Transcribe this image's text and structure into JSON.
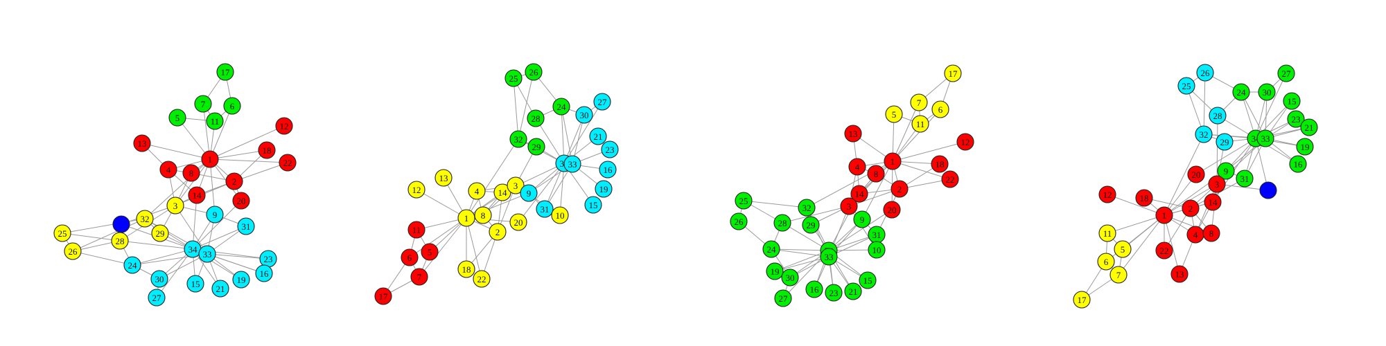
{
  "colors": {
    "red": "#ff0000",
    "green": "#00ee00",
    "yellow": "#ffff00",
    "cyan": "#00eeff",
    "blue": "#0000ff",
    "edge": "#9a9a9a",
    "outline": "#222222"
  },
  "panels": [
    {
      "nodes": [
        {
          "id": "17",
          "label": "17",
          "color": "green"
        },
        {
          "id": "7",
          "label": "7",
          "color": "green"
        },
        {
          "id": "6",
          "label": "6",
          "color": "green"
        },
        {
          "id": "5",
          "label": "5",
          "color": "green"
        },
        {
          "id": "11",
          "label": "11",
          "color": "green"
        },
        {
          "id": "12",
          "label": "12",
          "color": "red"
        },
        {
          "id": "13",
          "label": "13",
          "color": "red"
        },
        {
          "id": "1",
          "label": "1",
          "color": "red"
        },
        {
          "id": "18",
          "label": "18",
          "color": "red"
        },
        {
          "id": "22",
          "label": "22",
          "color": "red"
        },
        {
          "id": "4",
          "label": "4",
          "color": "red"
        },
        {
          "id": "8",
          "label": "8",
          "color": "red"
        },
        {
          "id": "2",
          "label": "2",
          "color": "red"
        },
        {
          "id": "14",
          "label": "14",
          "color": "red"
        },
        {
          "id": "20",
          "label": "20",
          "color": "red"
        },
        {
          "id": "3",
          "label": "3",
          "color": "yellow"
        },
        {
          "id": "9",
          "label": "9",
          "color": "cyan"
        },
        {
          "id": "10",
          "label": "",
          "color": "blue"
        },
        {
          "id": "32",
          "label": "32",
          "color": "yellow"
        },
        {
          "id": "31",
          "label": "31",
          "color": "cyan"
        },
        {
          "id": "29",
          "label": "29",
          "color": "yellow"
        },
        {
          "id": "28",
          "label": "28",
          "color": "yellow"
        },
        {
          "id": "25",
          "label": "25",
          "color": "yellow"
        },
        {
          "id": "26",
          "label": "26",
          "color": "yellow"
        },
        {
          "id": "34",
          "label": "34",
          "color": "cyan"
        },
        {
          "id": "33",
          "label": "33",
          "color": "cyan"
        },
        {
          "id": "24",
          "label": "24",
          "color": "cyan"
        },
        {
          "id": "23",
          "label": "23",
          "color": "cyan"
        },
        {
          "id": "16",
          "label": "16",
          "color": "cyan"
        },
        {
          "id": "30",
          "label": "30",
          "color": "cyan"
        },
        {
          "id": "15",
          "label": "15",
          "color": "cyan"
        },
        {
          "id": "21",
          "label": "21",
          "color": "cyan"
        },
        {
          "id": "19",
          "label": "19",
          "color": "cyan"
        },
        {
          "id": "27",
          "label": "27",
          "color": "cyan"
        }
      ]
    },
    {
      "nodes": [
        {
          "id": "26",
          "label": "26",
          "color": "green"
        },
        {
          "id": "25",
          "label": "25",
          "color": "green"
        },
        {
          "id": "27",
          "label": "27",
          "color": "cyan"
        },
        {
          "id": "24",
          "label": "24",
          "color": "green"
        },
        {
          "id": "28",
          "label": "28",
          "color": "green"
        },
        {
          "id": "30",
          "label": "30",
          "color": "cyan"
        },
        {
          "id": "32",
          "label": "32",
          "color": "green"
        },
        {
          "id": "29",
          "label": "29",
          "color": "green"
        },
        {
          "id": "21",
          "label": "21",
          "color": "cyan"
        },
        {
          "id": "23",
          "label": "23",
          "color": "cyan"
        },
        {
          "id": "34",
          "label": "34",
          "color": "cyan"
        },
        {
          "id": "33",
          "label": "33",
          "color": "cyan"
        },
        {
          "id": "16",
          "label": "16",
          "color": "cyan"
        },
        {
          "id": "19",
          "label": "19",
          "color": "cyan"
        },
        {
          "id": "15",
          "label": "15",
          "color": "cyan"
        },
        {
          "id": "13",
          "label": "13",
          "color": "yellow"
        },
        {
          "id": "12",
          "label": "12",
          "color": "yellow"
        },
        {
          "id": "4",
          "label": "4",
          "color": "yellow"
        },
        {
          "id": "14",
          "label": "14",
          "color": "yellow"
        },
        {
          "id": "3",
          "label": "3",
          "color": "yellow"
        },
        {
          "id": "9",
          "label": "9",
          "color": "cyan"
        },
        {
          "id": "31",
          "label": "31",
          "color": "cyan"
        },
        {
          "id": "10",
          "label": "10",
          "color": "yellow"
        },
        {
          "id": "1",
          "label": "1",
          "color": "yellow"
        },
        {
          "id": "8",
          "label": "8",
          "color": "yellow"
        },
        {
          "id": "2",
          "label": "2",
          "color": "yellow"
        },
        {
          "id": "20",
          "label": "20",
          "color": "yellow"
        },
        {
          "id": "11",
          "label": "11",
          "color": "red"
        },
        {
          "id": "5",
          "label": "5",
          "color": "red"
        },
        {
          "id": "6",
          "label": "6",
          "color": "red"
        },
        {
          "id": "7",
          "label": "7",
          "color": "red"
        },
        {
          "id": "17",
          "label": "17",
          "color": "red"
        },
        {
          "id": "18",
          "label": "18",
          "color": "yellow"
        },
        {
          "id": "22",
          "label": "22",
          "color": "yellow"
        }
      ]
    },
    {
      "nodes": [
        {
          "id": "17",
          "label": "17",
          "color": "yellow"
        },
        {
          "id": "7",
          "label": "7",
          "color": "yellow"
        },
        {
          "id": "5",
          "label": "5",
          "color": "yellow"
        },
        {
          "id": "6",
          "label": "6",
          "color": "yellow"
        },
        {
          "id": "11",
          "label": "11",
          "color": "yellow"
        },
        {
          "id": "13",
          "label": "13",
          "color": "red"
        },
        {
          "id": "12",
          "label": "12",
          "color": "red"
        },
        {
          "id": "1",
          "label": "1",
          "color": "red"
        },
        {
          "id": "4",
          "label": "4",
          "color": "red"
        },
        {
          "id": "8",
          "label": "8",
          "color": "red"
        },
        {
          "id": "18",
          "label": "18",
          "color": "red"
        },
        {
          "id": "22",
          "label": "22",
          "color": "red"
        },
        {
          "id": "2",
          "label": "2",
          "color": "red"
        },
        {
          "id": "14",
          "label": "14",
          "color": "red"
        },
        {
          "id": "3",
          "label": "3",
          "color": "red"
        },
        {
          "id": "20",
          "label": "20",
          "color": "red"
        },
        {
          "id": "25",
          "label": "25",
          "color": "green"
        },
        {
          "id": "26",
          "label": "26",
          "color": "green"
        },
        {
          "id": "32",
          "label": "32",
          "color": "green"
        },
        {
          "id": "28",
          "label": "28",
          "color": "green"
        },
        {
          "id": "29",
          "label": "29",
          "color": "green"
        },
        {
          "id": "9",
          "label": "9",
          "color": "green"
        },
        {
          "id": "31",
          "label": "31",
          "color": "green"
        },
        {
          "id": "10",
          "label": "10",
          "color": "green"
        },
        {
          "id": "24",
          "label": "24",
          "color": "green"
        },
        {
          "id": "34",
          "label": "34",
          "color": "green"
        },
        {
          "id": "33",
          "label": "33",
          "color": "green"
        },
        {
          "id": "19",
          "label": "19",
          "color": "green"
        },
        {
          "id": "30",
          "label": "30",
          "color": "green"
        },
        {
          "id": "16",
          "label": "16",
          "color": "green"
        },
        {
          "id": "23",
          "label": "23",
          "color": "green"
        },
        {
          "id": "21",
          "label": "21",
          "color": "green"
        },
        {
          "id": "15",
          "label": "15",
          "color": "green"
        },
        {
          "id": "27",
          "label": "27",
          "color": "green"
        }
      ]
    },
    {
      "nodes": [
        {
          "id": "26",
          "label": "26",
          "color": "cyan"
        },
        {
          "id": "25",
          "label": "25",
          "color": "cyan"
        },
        {
          "id": "27",
          "label": "27",
          "color": "green"
        },
        {
          "id": "24",
          "label": "24",
          "color": "green"
        },
        {
          "id": "30",
          "label": "30",
          "color": "green"
        },
        {
          "id": "15",
          "label": "15",
          "color": "green"
        },
        {
          "id": "28",
          "label": "28",
          "color": "cyan"
        },
        {
          "id": "23",
          "label": "23",
          "color": "green"
        },
        {
          "id": "21",
          "label": "21",
          "color": "green"
        },
        {
          "id": "32",
          "label": "32",
          "color": "cyan"
        },
        {
          "id": "29",
          "label": "29",
          "color": "cyan"
        },
        {
          "id": "34",
          "label": "34",
          "color": "green"
        },
        {
          "id": "33",
          "label": "33",
          "color": "green"
        },
        {
          "id": "19",
          "label": "19",
          "color": "green"
        },
        {
          "id": "16",
          "label": "16",
          "color": "green"
        },
        {
          "id": "9",
          "label": "9",
          "color": "green"
        },
        {
          "id": "31",
          "label": "31",
          "color": "green"
        },
        {
          "id": "10",
          "label": "",
          "color": "blue"
        },
        {
          "id": "20",
          "label": "20",
          "color": "red"
        },
        {
          "id": "3",
          "label": "3",
          "color": "red"
        },
        {
          "id": "12",
          "label": "12",
          "color": "red"
        },
        {
          "id": "18",
          "label": "18",
          "color": "red"
        },
        {
          "id": "14",
          "label": "14",
          "color": "red"
        },
        {
          "id": "1",
          "label": "1",
          "color": "red"
        },
        {
          "id": "2",
          "label": "2",
          "color": "red"
        },
        {
          "id": "4",
          "label": "4",
          "color": "red"
        },
        {
          "id": "8",
          "label": "8",
          "color": "red"
        },
        {
          "id": "22",
          "label": "22",
          "color": "red"
        },
        {
          "id": "13",
          "label": "13",
          "color": "red"
        },
        {
          "id": "11",
          "label": "11",
          "color": "yellow"
        },
        {
          "id": "5",
          "label": "5",
          "color": "yellow"
        },
        {
          "id": "6",
          "label": "6",
          "color": "yellow"
        },
        {
          "id": "7",
          "label": "7",
          "color": "yellow"
        },
        {
          "id": "17",
          "label": "17",
          "color": "yellow"
        }
      ]
    }
  ]
}
